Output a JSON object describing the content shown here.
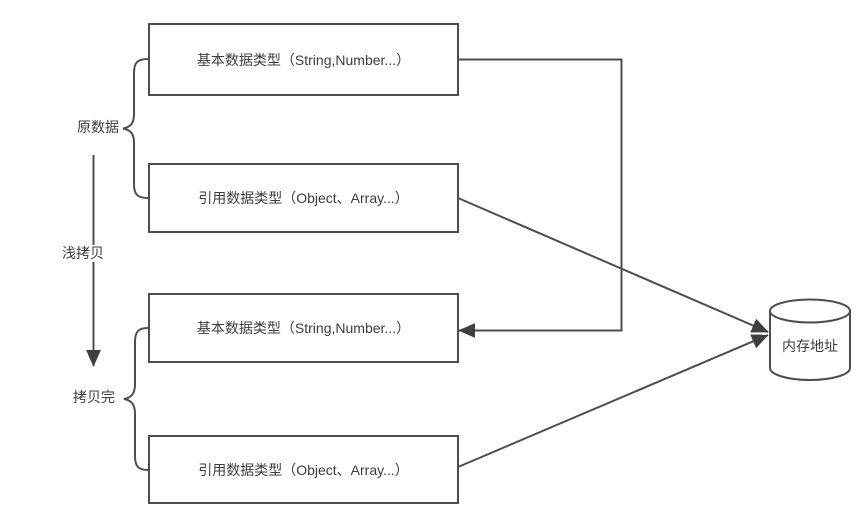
{
  "diagram": {
    "nodes": {
      "source_primitive": "基本数据类型（String,Number...）",
      "source_reference": "引用数据类型（Object、Array...）",
      "copied_primitive": "基本数据类型（String,Number...）",
      "copied_reference": "引用数据类型（Object、Array...）",
      "memory": "内存地址"
    },
    "labels": {
      "source_group": "原数据",
      "shallow_copy": "浅拷贝",
      "copy_done": "拷贝完"
    },
    "colors": {
      "stroke": "#4d4d4d",
      "arrow_fill": "#3f3f3f",
      "text": "#3c3c3c",
      "background": "#ffffff"
    }
  }
}
